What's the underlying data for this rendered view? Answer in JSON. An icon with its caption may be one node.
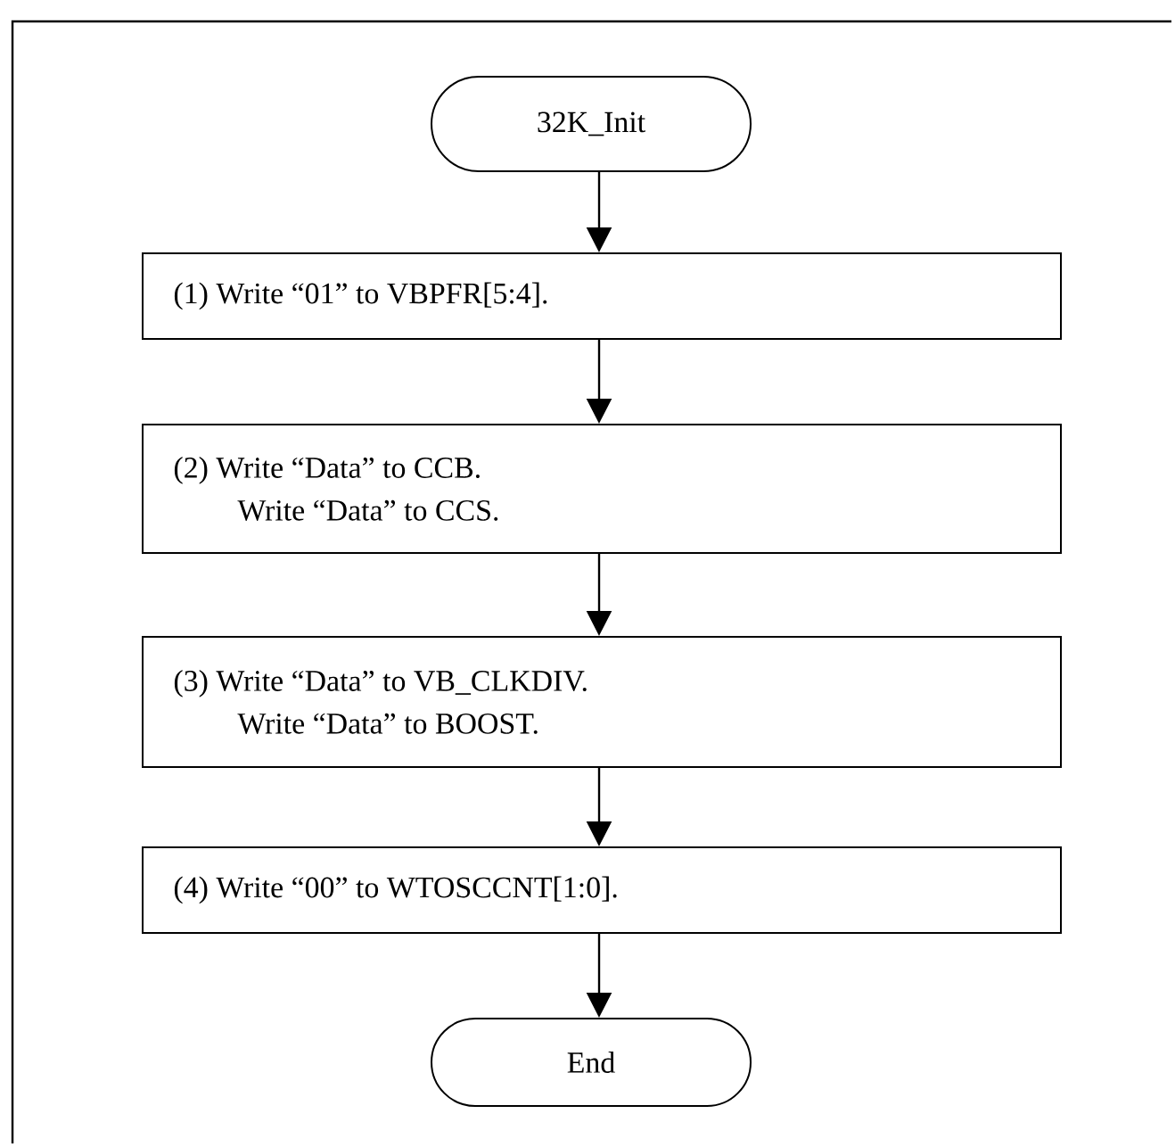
{
  "diagram": {
    "nodes": [
      {
        "text": [
          "32K_Init"
        ]
      },
      {
        "text": [
          "(1) Write “01” to VBPFR[5:4]."
        ]
      },
      {
        "text": [
          "(2) Write “Data” to CCB.",
          "Write “Data” to CCS."
        ]
      },
      {
        "text": [
          "(3) Write “Data” to VB_CLKDIV.",
          "Write “Data” to BOOST."
        ]
      },
      {
        "text": [
          "(4) Write “00” to WTOSCCNT[1:0]."
        ]
      },
      {
        "text": [
          "End"
        ]
      }
    ],
    "edges": [
      {
        "from": 0,
        "to": 1,
        "arrow": "to"
      },
      {
        "from": 1,
        "to": 2,
        "arrow": "to"
      },
      {
        "from": 2,
        "to": 3,
        "arrow": "to"
      },
      {
        "from": 3,
        "to": 4,
        "arrow": "to"
      },
      {
        "from": 4,
        "to": 5,
        "arrow": "to"
      }
    ]
  }
}
